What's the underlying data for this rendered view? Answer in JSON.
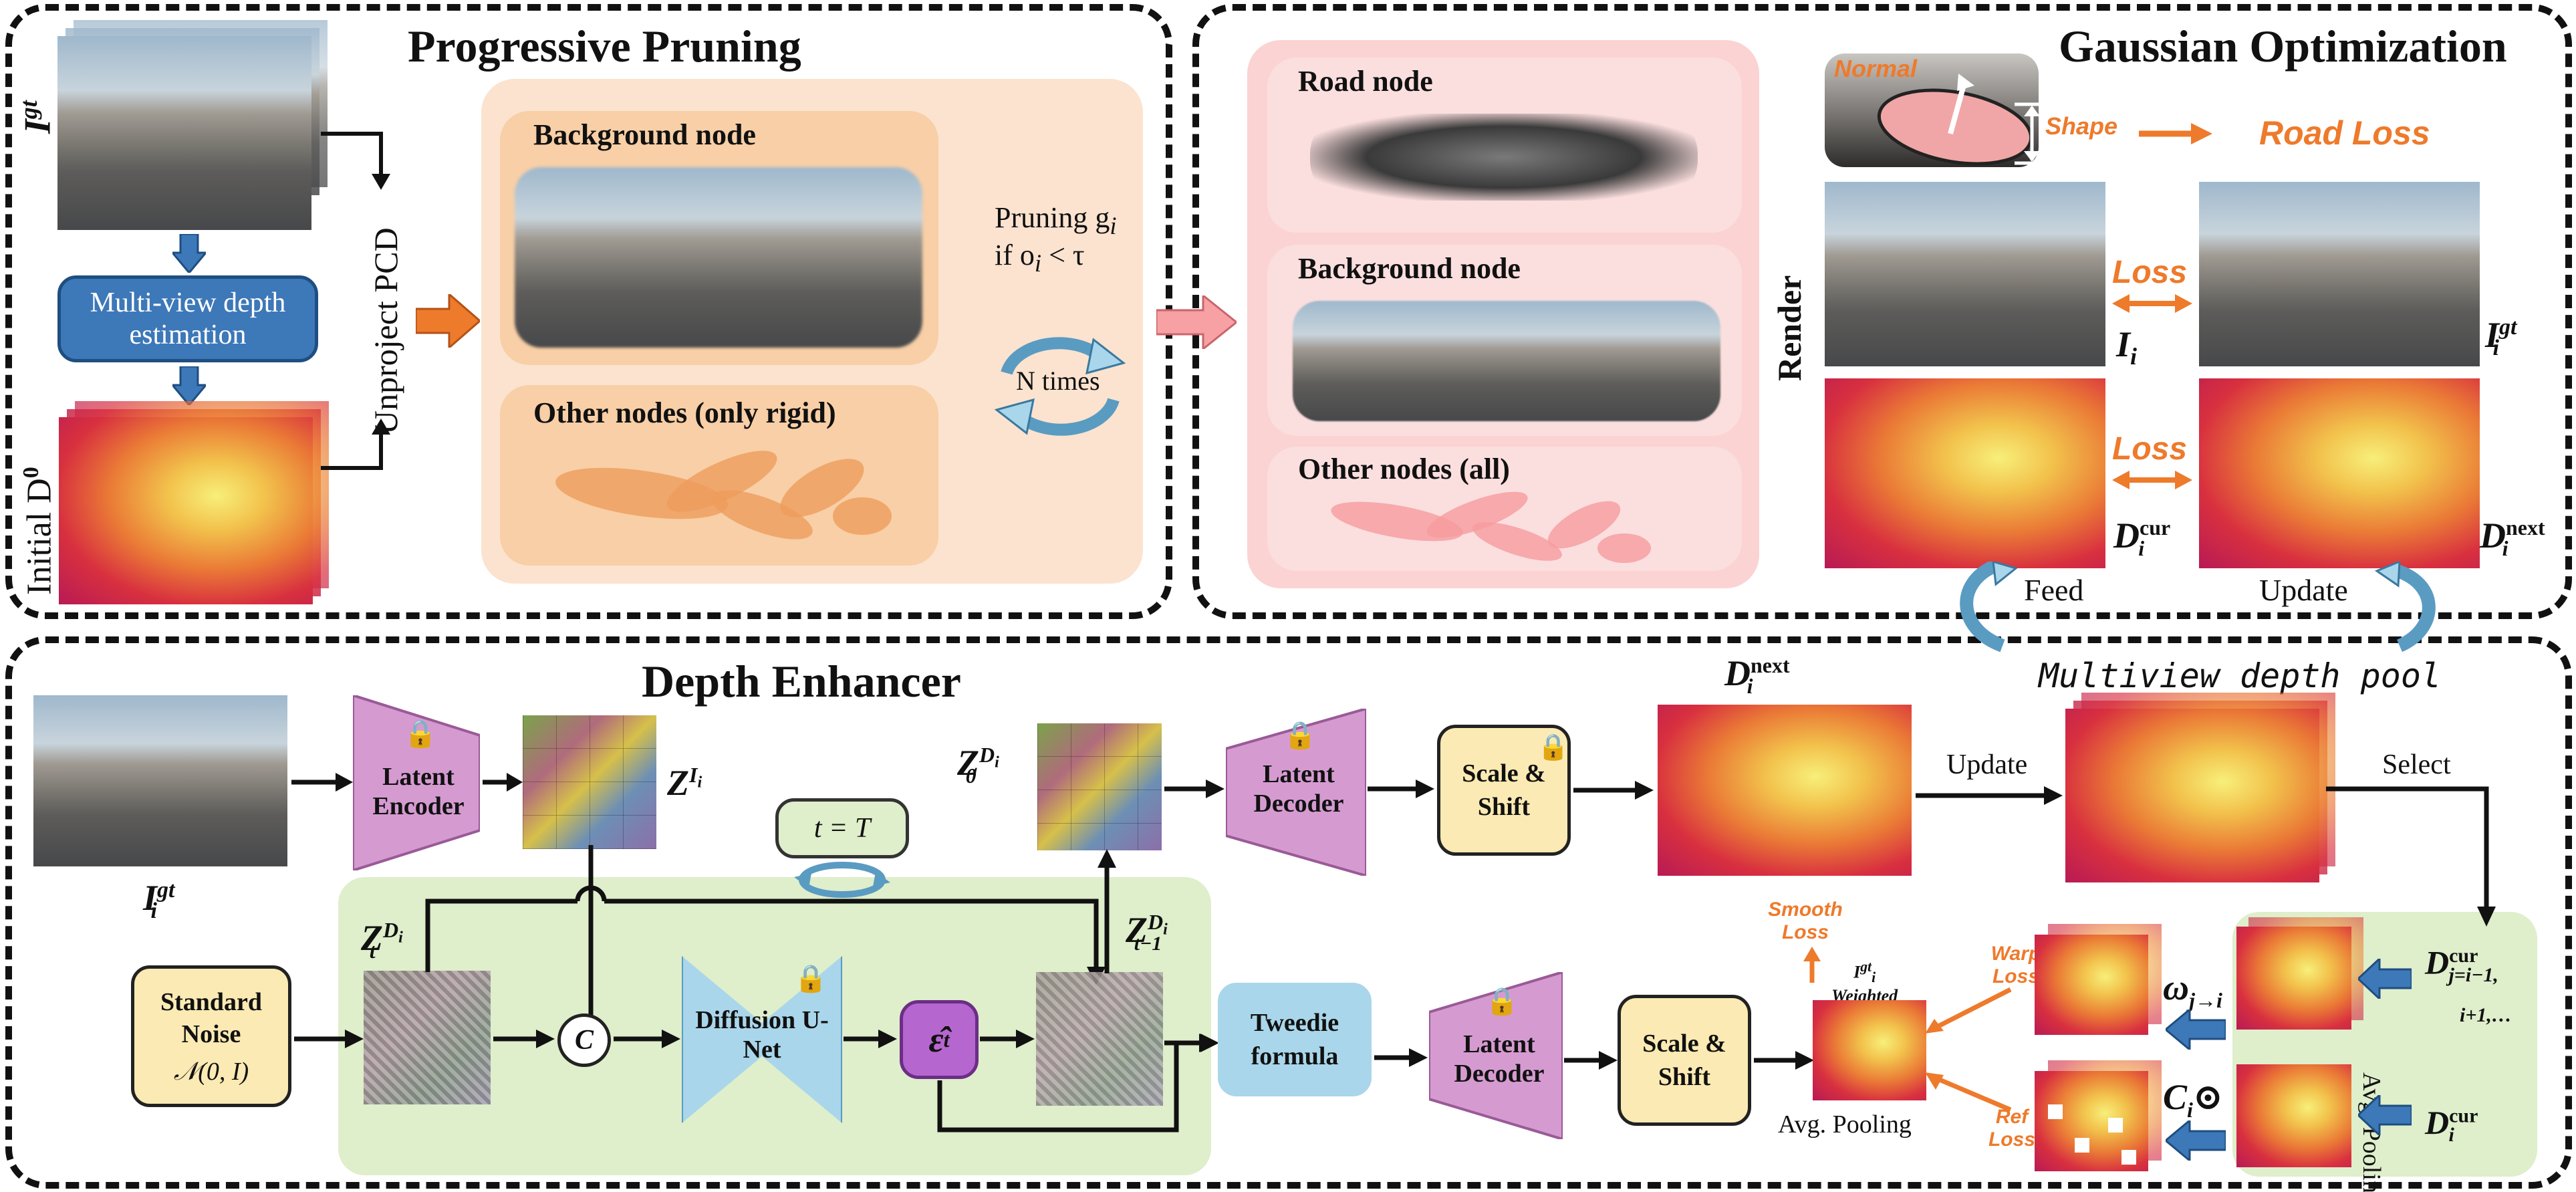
{
  "panels": {
    "progressive_pruning": "Progressive Pruning",
    "gaussian_optimization": "Gaussian Optimization",
    "depth_enhancer": "Depth Enhancer"
  },
  "pruning": {
    "igt": "I",
    "igt_sup": "gt",
    "mvde": "Multi-view depth estimation",
    "initial_d0": "Initial D",
    "initial_d0_sup": "0",
    "unproject": "Unproject PCD",
    "background_node": "Background node",
    "other_nodes_rigid": "Other nodes (only rigid)",
    "pruning_line1": "Pruning g",
    "pruning_line1_sub": "i",
    "pruning_line2": "if o",
    "pruning_line2_sub": "i",
    "pruning_line2_tail": " < τ",
    "n_times": "N times"
  },
  "gaussian": {
    "road_node": "Road node",
    "background_node": "Background node",
    "other_nodes_all": "Other nodes (all)",
    "normal": "Normal",
    "shape": "Shape",
    "road_loss": "Road Loss",
    "render": "Render",
    "loss1": "Loss",
    "loss2": "Loss",
    "ii": "I",
    "ii_sub": "i",
    "iigt": "I",
    "iigt_sub": "i",
    "iigt_sup": "gt",
    "dcur": "D",
    "dcur_sub": "i",
    "dcur_sup": "cur",
    "dnext": "D",
    "dnext_sub": "i",
    "dnext_sup": "next",
    "feed": "Feed",
    "update": "Update"
  },
  "enhancer": {
    "igt": "I",
    "igt_sub": "i",
    "igt_sup": "gt",
    "latent_encoder": "Latent Encoder",
    "z_i": "Z",
    "z_i_sup": "I",
    "z_i_sup_sub": "i",
    "z0": "Z",
    "z0_sub": "0",
    "z0_sup": "D",
    "z0_sup_sub": "i",
    "t_eq_T": "t = T",
    "latent_decoder_top": "Latent Decoder",
    "scale_shift_top": "Scale & Shift",
    "dnext": "D",
    "dnext_sub": "i",
    "dnext_sup": "next",
    "update": "Update",
    "multiview_pool": "Multiview depth pool",
    "select": "Select",
    "zt": "Z",
    "zt_sub": "t",
    "zt_sup": "D",
    "zt_sup_sub": "i",
    "zt1": "Z",
    "zt1_sub": "t−1",
    "zt1_sup": "D",
    "zt1_sup_sub": "i",
    "standard_noise": "Standard Noise",
    "normal_dist": "𝒩(0, I)",
    "concat": "C",
    "diffusion_unet": "Diffusion U-Net",
    "eps_hat": "ε̂",
    "eps_sub": "t",
    "tweedie": "Tweedie formula",
    "latent_decoder_bot": "Latent Decoder",
    "scale_shift_bot": "Scale & Shift",
    "smooth_loss": "Smooth Loss",
    "weighted_label_sup": "gt",
    "weighted_label_base": "I",
    "weighted_label_sub": "i",
    "weighted": "Weighted",
    "warp_loss": "Warp Loss",
    "ref_loss": "Ref Loss",
    "avg_pooling_bottom": "Avg. Pooling",
    "omega": "ω",
    "omega_sub": "j→i",
    "ci": "C",
    "ci_sub": "i",
    "ci_tail": "⊙",
    "avg_pooling_side": "Avg. Pooling",
    "dj": "D",
    "dj_sub": "j=i−1,",
    "dj_sup": "cur",
    "dj_line2": "i+1,…",
    "di_cur": "D",
    "di_cur_sub": "i",
    "di_cur_sup": "cur"
  },
  "colors": {
    "orange": "#ee7a2b",
    "pink": "#f7a1a4",
    "blue_box": "#3d78b8",
    "peach_panel": "#fbe3cf",
    "green_panel": "#dfeecb",
    "yellow_box": "#fbeab3",
    "light_blue": "#a9d6ea",
    "magenta": "#d59bd1",
    "purple": "#b666cf"
  }
}
